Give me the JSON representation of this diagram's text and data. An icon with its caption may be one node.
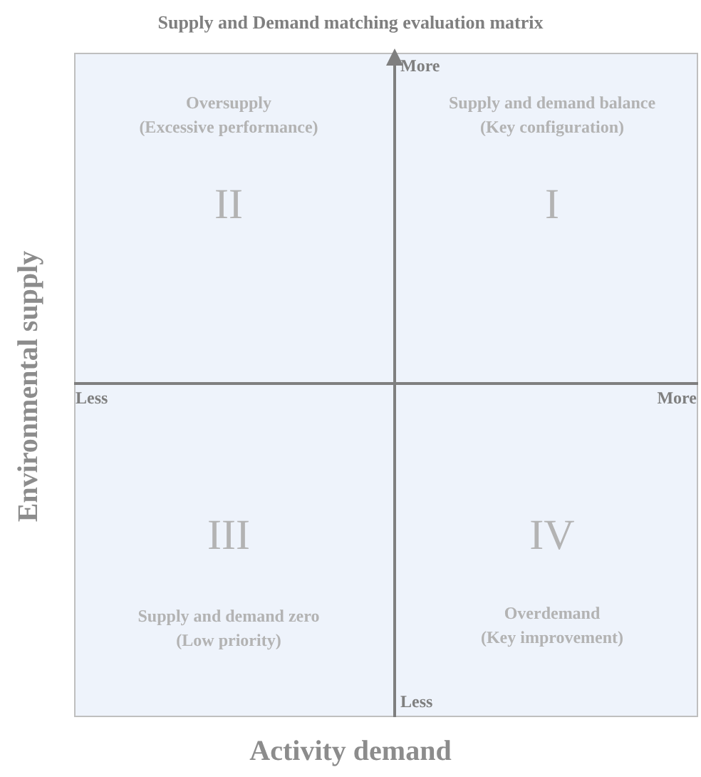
{
  "diagram": {
    "title": "Supply and Demand matching evaluation matrix",
    "nodes": [
      {
        "text": [
          "Oversupply (Excessive performance)",
          "II"
        ]
      },
      {
        "text": [
          "Supply and demand balance (Key configuration)",
          "I"
        ]
      },
      {
        "text": [
          "III",
          "Supply and demand zero (Low priority)"
        ]
      },
      {
        "text": [
          "IV",
          "Overdemand (Key improvement)"
        ]
      }
    ],
    "edges": [],
    "labels": [
      "More",
      "Less",
      "More",
      "Less",
      "Environmental supply",
      "Activity demand"
    ]
  }
}
